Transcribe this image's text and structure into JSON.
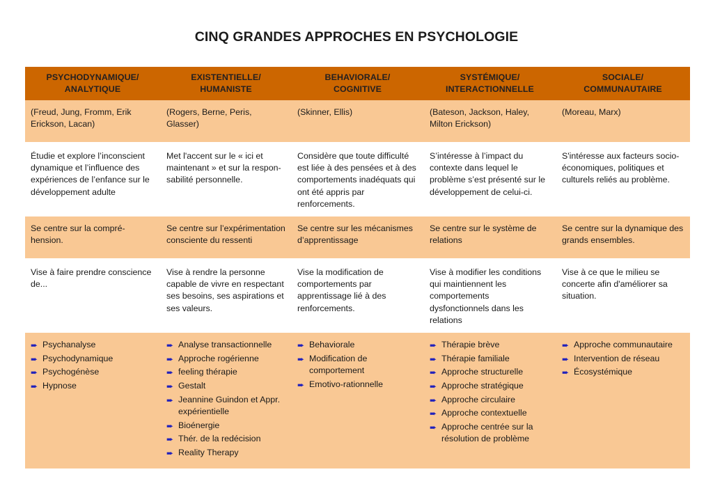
{
  "document": {
    "title": "CINQ GRANDES APPROCHES EN PSYCHOLOGIE"
  },
  "table": {
    "headers": [
      "PSYCHODYNAMIQUE/\nANALYTIQUE",
      "EXISTENTIELLE/\nHUMANISTE",
      "BEHAVIORALE/\nCOGNITIVE",
      "SYSTÉMIQUE/\nINTERACTIONNELLE",
      "SOCIALE/\nCOMMUNAUTAIRE"
    ],
    "headers_line1": [
      "PSYCHODYNAMIQUE/",
      "EXISTENTIELLE/",
      "BEHAVIORALE/",
      "SYSTÉMIQUE/",
      "SOCIALE/"
    ],
    "headers_line2": [
      "ANALYTIQUE",
      "HUMANISTE",
      "COGNITIVE",
      "INTERACTIONNELLE",
      "COMMUNAUTAIRE"
    ],
    "row_authors": [
      "(Freud, Jung, Fromm, Erik Erickson, Lacan)",
      "(Rogers, Berne, Peris, Glasser)",
      "(Skinner, Ellis)",
      "(Bateson, Jackson, Haley, Milton Erickson)",
      "(Moreau, Marx)"
    ],
    "row_description": [
      "Étudie et explore l’inconscient dynamique et  l’influence des expériences de l’enfance sur le développement adulte",
      "Met l'accent sur le « ici et maintenant » et sur la respon-sabilité personnelle.",
      "Considère que toute difficulté est liée à des pensées et à des comportements inadéquats qui ont été appris par renforcements.",
      "S’intéresse à l’impact du contexte dans lequel le problème s’est présenté sur le développement de celui-ci.",
      "S'intéresse aux facteurs socio-économiques, politiques et culturels reliés au problème."
    ],
    "row_focus": [
      "Se centre sur la compré-hension.",
      "Se centre sur l’expérimentation consciente du ressenti",
      "Se centre sur les mécanismes d’apprentissage",
      "Se centre sur le système de relations",
      "Se centre sur la dynamique des grands ensembles."
    ],
    "row_aims": [
      "Vise à faire prendre conscience de...",
      "Vise à rendre la personne capable de vivre en respectant ses besoins, ses aspirations et ses valeurs.",
      "Vise la modification de comportements par apprentissage lié à des renforcements.",
      "Vise à modifier les conditions qui maintiennent les comportements dysfonctionnels dans les relations",
      "Vise à ce que le milieu se concerte afin d'améliorer sa situation."
    ],
    "row_approaches": [
      [
        "Psychanalyse",
        "Psychodynamique",
        "Psychogénèse",
        "Hypnose"
      ],
      [
        "Analyse transactionnelle",
        "Approche rogérienne",
        "feeling thérapie",
        "Gestalt",
        "Jeannine Guindon et Appr. expérientielle",
        "Bioénergie",
        "Thér. de la redécision",
        "Reality Therapy"
      ],
      [
        "Behaviorale",
        "Modification de comportement",
        "Emotivo-rationnelle"
      ],
      [
        "Thérapie brève",
        "Thérapie familiale",
        "Approche structurelle",
        "Approche stratégique",
        "Approche circulaire",
        "Approche contextuelle",
        "Approche centrée sur la résolution de problème"
      ],
      [
        "Approche communautaire",
        "Intervention de réseau",
        "Écosystémique"
      ]
    ]
  },
  "icons": {
    "bullet_arrow": "➨"
  },
  "colors": {
    "header_background": "#CC6600",
    "shaded_row_background": "#F9C894",
    "bullet_arrow": "#2222BB",
    "text": "#1A1A1A",
    "page_background": "#FFFFFF"
  }
}
